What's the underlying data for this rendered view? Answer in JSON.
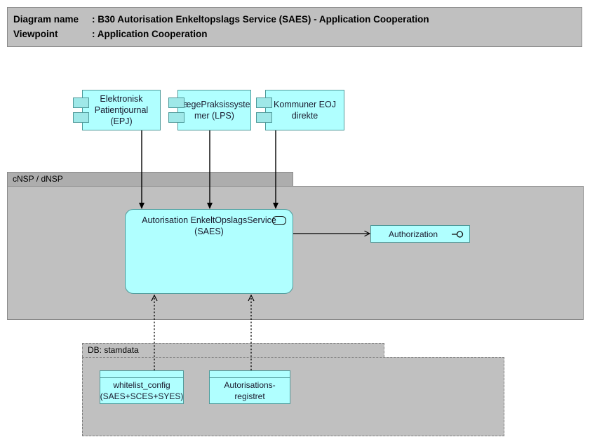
{
  "header": {
    "diagram_name_label": "Diagram name",
    "diagram_name_sep": ": ",
    "diagram_name_value": "B30 Autorisation Enkeltopslags Service (SAES) - Application Cooperation",
    "viewpoint_label": "Viewpoint",
    "viewpoint_sep": ": ",
    "viewpoint_value": "Application Cooperation",
    "line1": "Diagram name : B30 Autorisation Enkeltopslags Service (SAES) - Application Cooperation",
    "line2": "Viewpoint        : Application Cooperation"
  },
  "groups": {
    "cnsp": {
      "label": "cNSP / dNSP"
    },
    "db": {
      "label": "DB: stamdata"
    }
  },
  "components": [
    {
      "id": "epj",
      "label": "Elektronisk Patientjournal (EPJ)"
    },
    {
      "id": "lps",
      "label": "LægePraksissyste mer (LPS)"
    },
    {
      "id": "kommuner",
      "label": "Kommuner EOJ direkte"
    }
  ],
  "service": {
    "label": "Autorisation EnkeltOpslagsService (SAES)",
    "icon": "application-service-oval-icon"
  },
  "interface": {
    "label": "Authorization",
    "icon": "lollipop-interface-icon"
  },
  "data_objects": [
    {
      "id": "whitelist_config",
      "label": "whitelist_config (SAES+SCES+SYES)"
    },
    {
      "id": "autorisationsregistret",
      "label": "Autorisations- registret"
    }
  ],
  "colors": {
    "element_fill": "#b0ffff",
    "element_stroke": "#4f9a9a",
    "group_body": "#c0c0c0",
    "group_tab": "#adadad",
    "group_stroke": "#8a8a8a",
    "connector": "#000000",
    "text": "#1a1a2e"
  }
}
